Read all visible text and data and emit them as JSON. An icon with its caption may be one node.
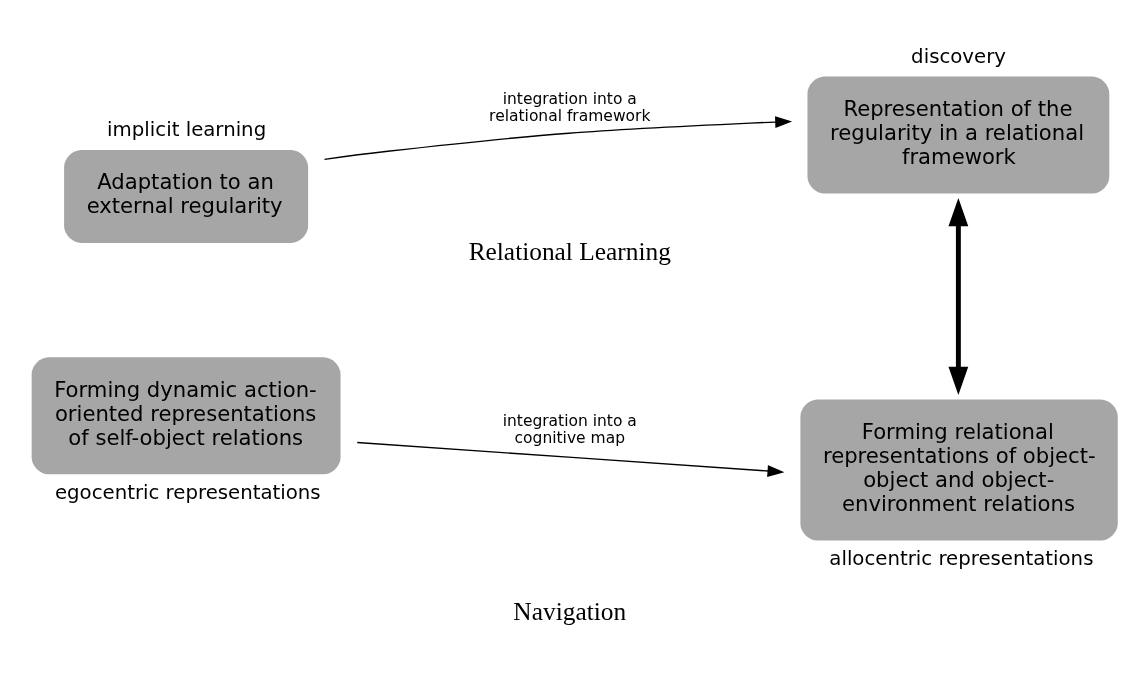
{
  "diagram": {
    "nodes": [
      {
        "text": [
          "Adaptation to an external regularity"
        ],
        "beside": [
          "implicit learning"
        ]
      },
      {
        "text": [
          "Representation of the regularity in a relational framework"
        ],
        "beside": [
          "discovery"
        ]
      },
      {
        "text": [
          "Forming dynamic action-oriented representations of self-object relations"
        ],
        "beside": [
          "egocentric representations"
        ]
      },
      {
        "text": [
          "Forming relational representations of object-object and object-environment relations"
        ],
        "beside": [
          "allocentric representations"
        ]
      }
    ],
    "edges": [
      {
        "from": 0,
        "to": 1,
        "arrow": "to",
        "label": "integration into a relational framework"
      },
      {
        "from": 2,
        "to": 3,
        "arrow": "to",
        "label": "integration into a cognitive map"
      },
      {
        "from": 1,
        "to": 3,
        "arrow": "both",
        "style": "thick"
      }
    ],
    "labels": [
      "Relational Learning",
      "Navigation"
    ]
  }
}
